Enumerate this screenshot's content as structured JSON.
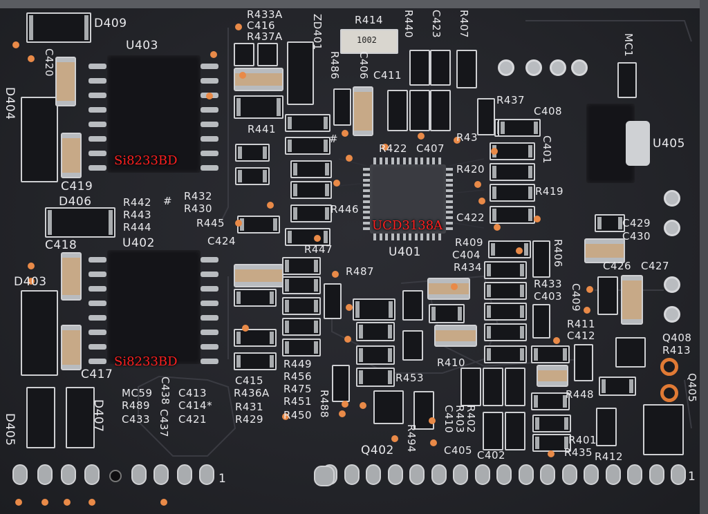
{
  "ic_labels": {
    "u403": "Si8233BD",
    "u402": "Si8233BD",
    "u401": "UCD3138A"
  },
  "ic_markings": {
    "r414": "1002"
  },
  "silkscreen": {
    "d409": "D409",
    "u403": "U403",
    "c420": "C420",
    "d404": "D404",
    "c419": "C419",
    "d406": "D406",
    "c418": "C418",
    "u402": "U402",
    "d403": "D403",
    "c417": "C417",
    "d405": "D405",
    "d407": "D407",
    "r433a": "R433A",
    "c416": "C416",
    "r437a": "R437A",
    "zd401": "ZD401",
    "r414": "R414",
    "r486": "R486",
    "c406": "C406",
    "r440": "R440",
    "c423": "C423",
    "r407": "R407",
    "c411": "C411",
    "r441": "R441",
    "r442": "R442",
    "hash": "#",
    "r443": "R443",
    "r444": "R444",
    "r432": "R432",
    "r430": "R430",
    "r445": "R445",
    "c424": "C424",
    "r422": "R422",
    "c407": "C407",
    "r420": "R420",
    "r446": "R446",
    "r447": "R447",
    "u401": "U401",
    "r487": "R487",
    "r437": "R437",
    "c408": "C408",
    "r436": "R43",
    "c401": "C401",
    "u405": "U405",
    "mc1": "MC1",
    "r419": "R419",
    "c422": "C422",
    "r409": "R409",
    "c404": "C404",
    "r434": "R434",
    "r406": "R406",
    "c429": "C429",
    "c430": "C430",
    "c426": "C426",
    "c427": "C427",
    "r433": "R433",
    "c403": "C403",
    "c409": "C409",
    "r411": "R411",
    "c412": "C412",
    "q408": "Q408",
    "r413": "R413",
    "q405": "Q405",
    "r410": "R410",
    "r453": "R453",
    "r449": "R449",
    "r456": "R456",
    "r475": "R475",
    "r451": "R451",
    "r450": "R450",
    "r488": "R488",
    "c415": "C415",
    "r436a": "R436A",
    "r431": "R431",
    "r429": "R429",
    "mc59": "MC59",
    "r489": "R489",
    "c433": "C433",
    "c438": "C438",
    "c437": "C437",
    "c413": "C413",
    "c414": "C414*",
    "c421": "C421",
    "q402": "Q402",
    "r494": "R494",
    "r402": "R402",
    "r403": "R403",
    "c410": "C410",
    "c405": "C405",
    "c402": "C402",
    "r401": "R401",
    "r435": "R435",
    "r412": "R412",
    "r448": "R448",
    "pin1_left": "1",
    "pin1_right": "1"
  },
  "colors": {
    "board": "#25262b",
    "silkscreen": "#e9e9ec",
    "label_red": "#ff2020",
    "via_orange": "#e98a48"
  }
}
